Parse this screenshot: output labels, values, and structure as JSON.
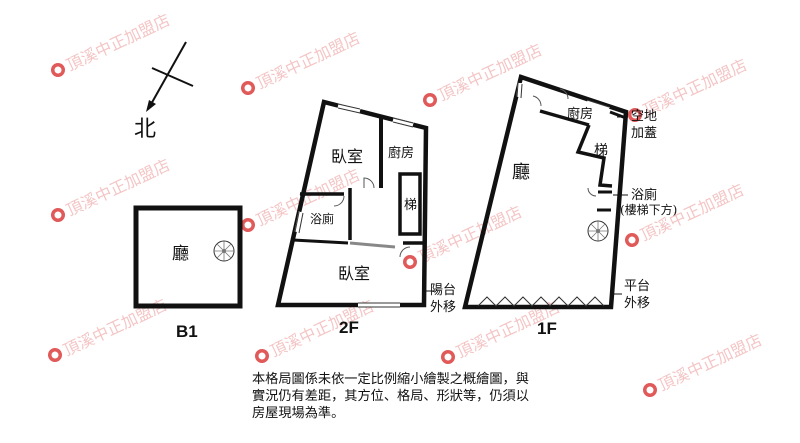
{
  "compass": {
    "north": "北"
  },
  "watermark": {
    "text": "頂溪中正加盟店"
  },
  "floors": {
    "b1": {
      "label": "B1",
      "rooms": {
        "hall": "廳"
      }
    },
    "f2": {
      "label": "2F",
      "rooms": {
        "bedroom_top": "臥室",
        "kitchen": "廚房",
        "stairs": "梯",
        "bathroom": "浴廁",
        "bedroom_bottom": "臥室"
      },
      "notes": {
        "balcony_line1": "陽台",
        "balcony_line2": "外移"
      }
    },
    "f1": {
      "label": "1F",
      "rooms": {
        "kitchen": "廚房",
        "stairs": "梯",
        "hall": "廳"
      },
      "notes": {
        "open_space_line1": "空地",
        "open_space_line2": "加蓋",
        "bath_line1": "浴廁",
        "bath_line2": "(樓梯下方)",
        "platform_line1": "平台",
        "platform_line2": "外移"
      }
    }
  },
  "disclaimer": {
    "line1": "本格局圖係未依一定比例縮小繪製之概繪圖，與",
    "line2": "實況仍有差距，其方位、格局、形狀等，仍須以",
    "line3": "房屋現場為準。"
  }
}
